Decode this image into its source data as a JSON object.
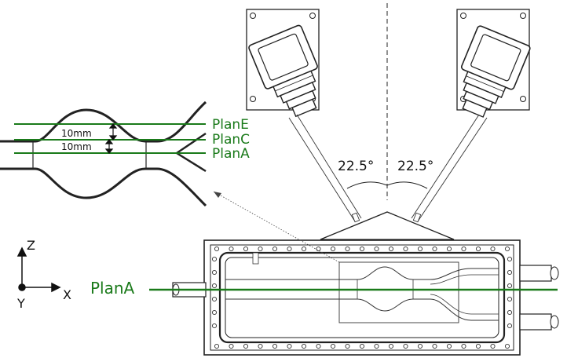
{
  "colors": {
    "plane": "#1a7a1a",
    "ink": "#111111",
    "thin": "#555555",
    "paper": "#ffffff"
  },
  "angles": {
    "left": "22.5°",
    "right": "22.5°"
  },
  "inset": {
    "planes": [
      "PlanE",
      "PlanC",
      "PlanA"
    ],
    "dim_upper": "10mm",
    "dim_lower": "10mm"
  },
  "main": {
    "plane_label": "PlanA"
  },
  "axes": {
    "z": "Z",
    "x": "X",
    "y": "Y"
  },
  "icons": [
    "camera-icon",
    "camera-icon",
    "coordinate-axes-icon"
  ]
}
